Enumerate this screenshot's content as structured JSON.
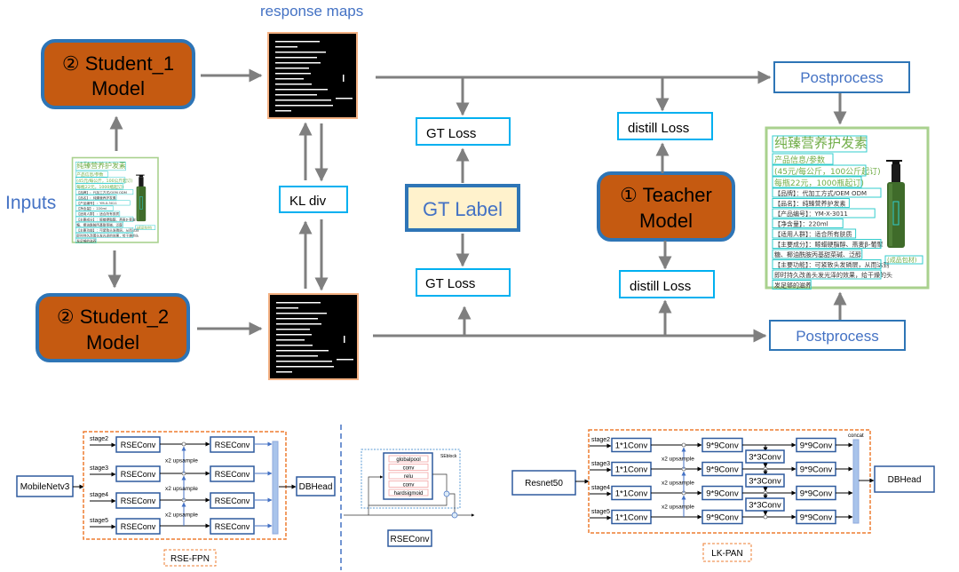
{
  "colors": {
    "model_fill": "#C55A11",
    "model_stroke": "#2E75B6",
    "label_fill": "#FFF2CC",
    "accent_blue": "#4472C4",
    "loss_stroke": "#00B0F0",
    "arrow_gray": "#7F7F7F",
    "map_border": "#F4B183",
    "dashed_orange": "#ED7D31",
    "card_border": "#A9D18E",
    "card_green": "#70AD47"
  },
  "top": {
    "response_maps": "response maps",
    "inputs": "Inputs",
    "student1": {
      "line1": "② Student_1",
      "line2": "Model"
    },
    "student2": {
      "line1": "② Student_2",
      "line2": "Model"
    },
    "teacher": {
      "line1": "① Teacher",
      "line2": "Model"
    },
    "kl_div": "KL div",
    "gt_label": "GT Label",
    "gt_loss": "GT Loss",
    "distill_loss": "distill Loss",
    "postprocess": "Postprocess"
  },
  "product_card": {
    "title": "纯臻营养护发素",
    "lines_green": [
      "产品信息/参数",
      "(45元/每公斤，100公斤起订)",
      "每瓶22元，1000瓶起订)"
    ],
    "lines": [
      "【品牌】：代加工方式/OEM ODM",
      "【品名】：纯臻营养护发素",
      "【产品编号】：YM-X-3011",
      "【净含量】：220ml",
      "【适用人群】：适合所有肤质",
      "【主要成分】：鲸蜡硬脂醇、燕麦β-葡聚",
      "糖、椰油酰胺丙基甜菜碱、泛醇",
      "【主要功能】：可紧致头发磷层，从而达到",
      "即时持久改善头发光泽的效果，给干燥的头",
      "发足够的滋养"
    ],
    "tag": "(成品包材)"
  },
  "rse_fpn": {
    "backbone": "MobileNetv3",
    "stages": [
      "stage2",
      "stage3",
      "stage4",
      "stage5"
    ],
    "conv": "RSEConv",
    "upsample": "x2 upsample",
    "head": "DBHead",
    "name": "RSE-FPN"
  },
  "seblock": {
    "title": "SEblock",
    "layers": [
      "globalpool",
      "conv",
      "relu",
      "conv",
      "hardsigmoid"
    ],
    "name": "RSEConv"
  },
  "lk_pan": {
    "backbone": "Resnet50",
    "stages": [
      "stage2",
      "stage3",
      "stage4",
      "stage5"
    ],
    "conv1": "1*1Conv",
    "conv9": "9*9Conv",
    "conv3": "3*3Conv",
    "upsample": "x2 upsample",
    "concat": "concat",
    "head": "DBHead",
    "name": "LK-PAN"
  }
}
